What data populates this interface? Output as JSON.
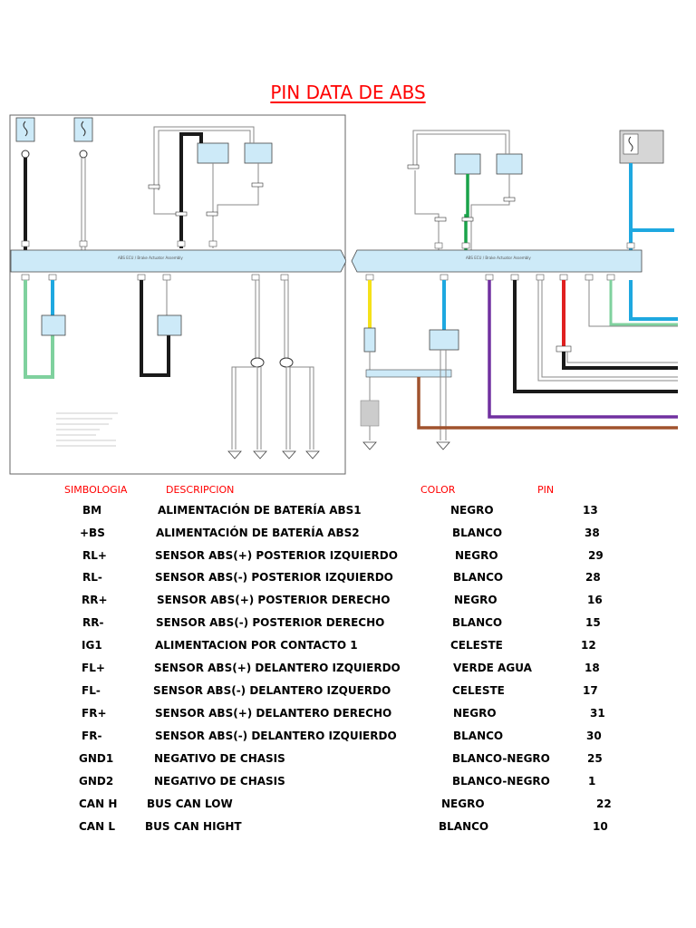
{
  "title": "PIN DATA DE ABS",
  "headers": {
    "symbol": "SIMBOLOGIA",
    "description": "DESCRIPCION",
    "color": "COLOR",
    "pin": "PIN"
  },
  "rows": [
    {
      "symbol": "BM",
      "description": "ALIMENTACIÓN DE BATERÍA ABS1",
      "color": "NEGRO",
      "pin": "13"
    },
    {
      "symbol": "+BS",
      "description": "ALIMENTACIÓN DE BATERÍA ABS2",
      "color": "BLANCO",
      "pin": "38"
    },
    {
      "symbol": "RL+",
      "description": "SENSOR ABS(+) POSTERIOR IZQUIERDO",
      "color": "NEGRO",
      "pin": "29"
    },
    {
      "symbol": "RL-",
      "description": "SENSOR ABS(-) POSTERIOR IZQUIERDO",
      "color": "BLANCO",
      "pin": "28"
    },
    {
      "symbol": "RR+",
      "description": "SENSOR ABS(+) POSTERIOR DERECHO",
      "color": "NEGRO",
      "pin": "16"
    },
    {
      "symbol": "RR-",
      "description": "SENSOR ABS(-) POSTERIOR DERECHO",
      "color": "BLANCO",
      "pin": "15"
    },
    {
      "symbol": "IG1",
      "description": "ALIMENTACION POR CONTACTO 1",
      "color": "CELESTE",
      "pin": "12"
    },
    {
      "symbol": "FL+",
      "description": "SENSOR ABS(+) DELANTERO IZQUIERDO",
      "color": "VERDE AGUA",
      "pin": "18"
    },
    {
      "symbol": "FL-",
      "description": "SENSOR ABS(-) DELANTERO IZQUERDO",
      "color": "CELESTE",
      "pin": "17"
    },
    {
      "symbol": "FR+",
      "description": "SENSOR ABS(+) DELANTERO DERECHO",
      "color": "NEGRO",
      "pin": "31"
    },
    {
      "symbol": "FR-",
      "description": "SENSOR ABS(-) DELANTERO IZQUIERDO",
      "color": "BLANCO",
      "pin": "30"
    },
    {
      "symbol": "GND1",
      "description": "NEGATIVO DE CHASIS",
      "color": "BLANCO-NEGRO",
      "pin": "25"
    },
    {
      "symbol": "GND2",
      "description": "NEGATIVO DE CHASIS",
      "color": "BLANCO-NEGRO",
      "pin": "1"
    },
    {
      "symbol": "CAN H",
      "description": "BUS CAN LOW",
      "color": "NEGRO",
      "pin": "22"
    },
    {
      "symbol": "CAN L",
      "description": "BUS CAN HIGHT",
      "color": "BLANCO",
      "pin": "10"
    }
  ],
  "colors": {
    "title": "#ff0000",
    "header": "#ff0000",
    "bus_fill": "#cdeaf8",
    "wire_black": "#1a1a1a",
    "wire_blue": "#1ea8e0",
    "wire_green": "#1aa34a",
    "wire_aqua": "#7fd19e",
    "wire_red": "#e02020",
    "wire_purple": "#7030a0",
    "wire_brown": "#a0522d",
    "wire_yellow": "#f5e11a",
    "wire_gray": "#8a8a8a"
  }
}
